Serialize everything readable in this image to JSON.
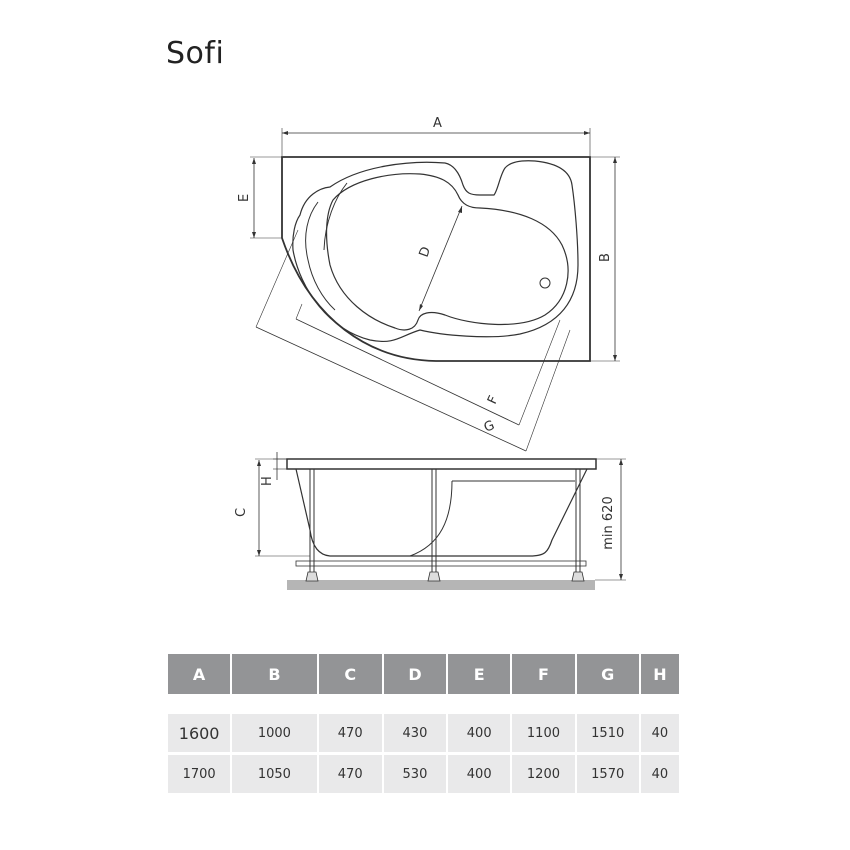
{
  "title": "Sofi",
  "drawing": {
    "top_view_labels": {
      "A": "A",
      "B": "B",
      "D": "D",
      "E": "E",
      "F": "F",
      "G": "G"
    },
    "side_view_labels": {
      "C": "C",
      "H": "H",
      "min_height": "min 620"
    },
    "line_color": "#333333",
    "floor_color": "#b5b5b5"
  },
  "table": {
    "header_color": "#939496",
    "row_color": "#e9e9ea",
    "columns": [
      "A",
      "B",
      "C",
      "D",
      "E",
      "F",
      "G",
      "H"
    ],
    "rows": [
      [
        "1600",
        "1000",
        "470",
        "430",
        "400",
        "1100",
        "1510",
        "40"
      ],
      [
        "1700",
        "1050",
        "470",
        "530",
        "400",
        "1200",
        "1570",
        "40"
      ]
    ]
  }
}
